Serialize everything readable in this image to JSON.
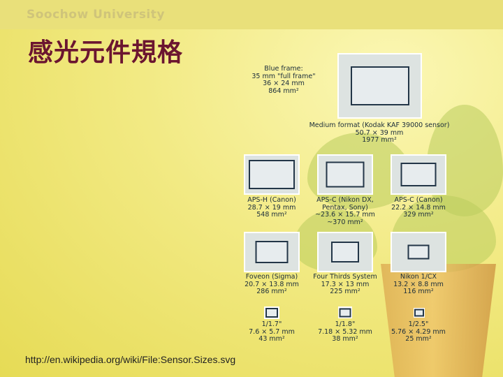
{
  "header": {
    "university": "Soochow University"
  },
  "slide": {
    "title": "感光元件規格",
    "credit": "http://en.wikipedia.org/wiki/File:Sensor.Sizes.svg"
  },
  "sensors": [
    {
      "id": "full-frame",
      "lines": [
        "Blue frame:",
        "35 mm \"full frame\"",
        "36 × 24 mm",
        "864 mm²"
      ]
    },
    {
      "id": "medium-format",
      "lines": [
        "Medium format (Kodak KAF 39000 sensor)",
        "50.7 × 39 mm",
        "1977 mm²"
      ]
    },
    {
      "id": "aps-h",
      "lines": [
        "APS-H (Canon)",
        "28.7 × 19 mm",
        "548 mm²"
      ]
    },
    {
      "id": "aps-c-nikon",
      "lines": [
        "APS-C (Nikon DX,",
        "Pentax, Sony)",
        "~23.6 × 15.7 mm",
        "~370 mm²"
      ]
    },
    {
      "id": "aps-c-canon",
      "lines": [
        "APS-C (Canon)",
        "22.2 × 14.8 mm",
        "329 mm²"
      ]
    },
    {
      "id": "foveon",
      "lines": [
        "Foveon (Sigma)",
        "20.7 × 13.8 mm",
        "286 mm²"
      ]
    },
    {
      "id": "four-thirds",
      "lines": [
        "Four Thirds System",
        "17.3 × 13 mm",
        "225 mm²"
      ]
    },
    {
      "id": "nikon-1",
      "lines": [
        "Nikon 1/CX",
        "13.2 × 8.8 mm",
        "116 mm²"
      ]
    },
    {
      "id": "1-1-7",
      "lines": [
        "1/1.7\"",
        "7.6 × 5.7 mm",
        "43 mm²"
      ]
    },
    {
      "id": "1-1-8",
      "lines": [
        "1/1.8\"",
        "7.18 × 5.32 mm",
        "38 mm²"
      ]
    },
    {
      "id": "1-2-5",
      "lines": [
        "1/2.5\"",
        "5.76 × 4.29 mm",
        "25 mm²"
      ]
    }
  ]
}
